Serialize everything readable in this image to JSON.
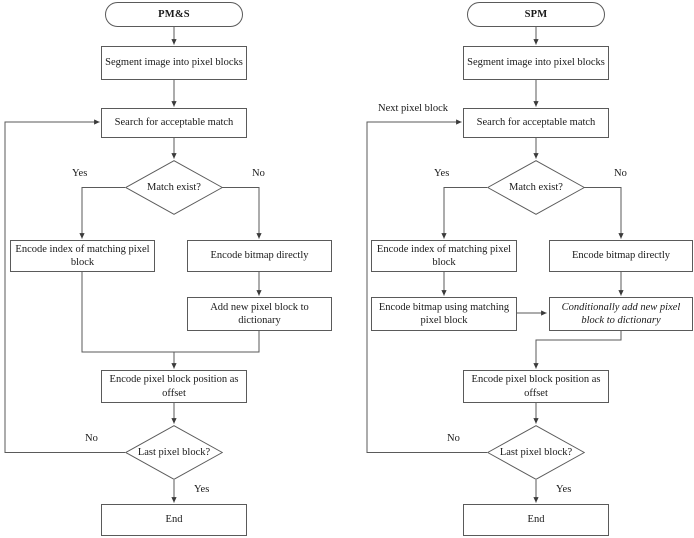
{
  "diagram": {
    "title": "PM&S and SPM encoding flowcharts",
    "line_color": "#5a5a5a",
    "text_color": "#1a1a1a",
    "background": "#ffffff"
  },
  "flowcharts": [
    {
      "id": "pms",
      "terminal_start": "PM&S",
      "nodes": [
        {
          "key": "segment",
          "text": "Segment image into pixel blocks"
        },
        {
          "key": "search",
          "text": "Search for acceptable match"
        },
        {
          "key": "match",
          "text": "Match exist?"
        },
        {
          "key": "enc_idx",
          "text": "Encode index of matching pixel block"
        },
        {
          "key": "enc_bmp",
          "text": "Encode bitmap directly"
        },
        {
          "key": "add_dict",
          "text": "Add new pixel block to dictionary"
        },
        {
          "key": "enc_pos",
          "text": "Encode pixel block position as offset"
        },
        {
          "key": "last",
          "text": "Last pixel block?"
        },
        {
          "key": "end",
          "text": "End"
        }
      ],
      "edge_labels": {
        "match_yes": "Yes",
        "match_no": "No",
        "last_no": "No",
        "last_yes": "Yes"
      }
    },
    {
      "id": "spm",
      "terminal_start": "SPM",
      "nodes": [
        {
          "key": "segment",
          "text": "Segment image into pixel blocks"
        },
        {
          "key": "search",
          "text": "Search for acceptable match"
        },
        {
          "key": "match",
          "text": "Match exist?"
        },
        {
          "key": "enc_idx",
          "text": "Encode index of matching pixel block"
        },
        {
          "key": "enc_bmp",
          "text": "Encode bitmap directly"
        },
        {
          "key": "enc_using",
          "text": "Encode bitmap using matching pixel block"
        },
        {
          "key": "cond_add",
          "text": "Conditionally add new pixel block to dictionary"
        },
        {
          "key": "enc_pos",
          "text": "Encode pixel block position as offset"
        },
        {
          "key": "last",
          "text": "Last pixel block?"
        },
        {
          "key": "end",
          "text": "End"
        }
      ],
      "edge_labels": {
        "next_block": "Next pixel block",
        "match_yes": "Yes",
        "match_no": "No",
        "last_no": "No",
        "last_yes": "Yes"
      }
    }
  ]
}
